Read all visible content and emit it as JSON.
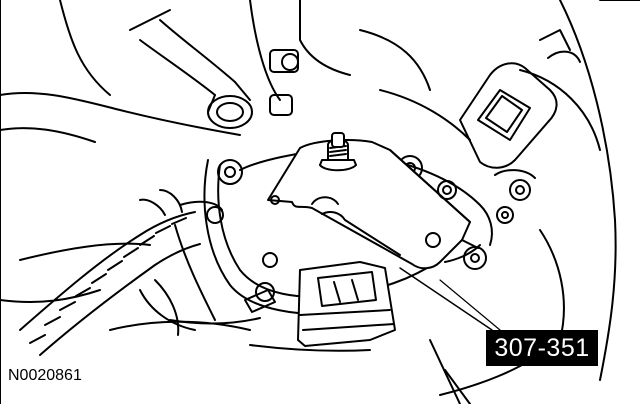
{
  "callout": {
    "tool_number": "307-351"
  },
  "figure": {
    "id": "N0020861"
  },
  "colors": {
    "ink": "#000000",
    "paper": "#ffffff",
    "callout_bg": "#000000",
    "callout_text": "#ffffff"
  },
  "parts": [
    "engine-block",
    "coolant-hose",
    "transmission-case",
    "range-sensor-bracket",
    "mounting-stud",
    "mounting-bolts",
    "electrical-connector",
    "wiring-harness",
    "side-connector"
  ]
}
